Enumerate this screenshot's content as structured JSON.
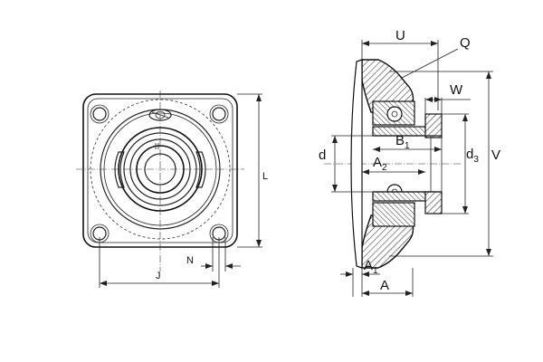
{
  "front_view": {
    "dimensions": {
      "J": "J",
      "N": "N",
      "L": "L"
    }
  },
  "section_view": {
    "dimensions": {
      "U": "U",
      "Q": "Q",
      "W": "W",
      "B1": {
        "main": "B",
        "sub": "1"
      },
      "d": "d",
      "A2": {
        "main": "A",
        "sub": "2"
      },
      "d3": {
        "main": "d",
        "sub": "3"
      },
      "V": "V",
      "A1": {
        "main": "A",
        "sub": "1"
      },
      "A": "A"
    }
  }
}
